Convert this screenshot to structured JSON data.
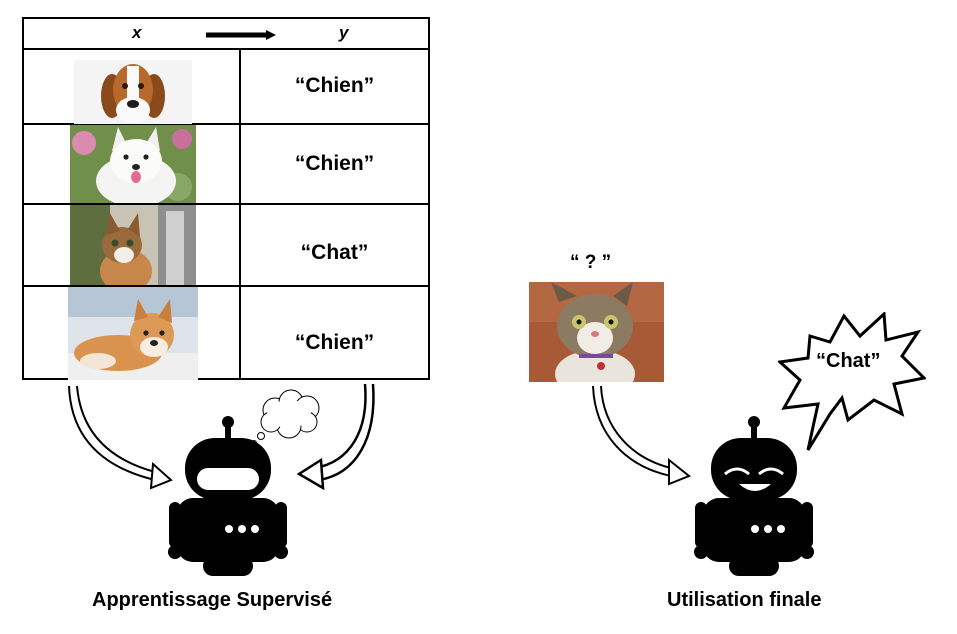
{
  "table": {
    "col_x": "x",
    "col_y": "y",
    "rows": [
      {
        "image": "beagle-dog-photo",
        "label": "“Chien”"
      },
      {
        "image": "white-spitz-dog-photo",
        "label": "“Chien”"
      },
      {
        "image": "tabby-cat-photo",
        "label": "“Chat”"
      },
      {
        "image": "shiba-dog-photo",
        "label": "“Chien”"
      }
    ]
  },
  "query": {
    "label": "“ ? ”",
    "image": "cat-closeup-photo"
  },
  "prediction": {
    "label": "“Chat”"
  },
  "captions": {
    "training": "Apprentissage Supervisé",
    "inference": "Utilisation finale"
  },
  "colors": {
    "ink": "#000000",
    "background": "#ffffff"
  },
  "icons": [
    "robot-icon",
    "thought-cloud-icon",
    "speech-burst-icon",
    "curved-arrow-icon"
  ]
}
